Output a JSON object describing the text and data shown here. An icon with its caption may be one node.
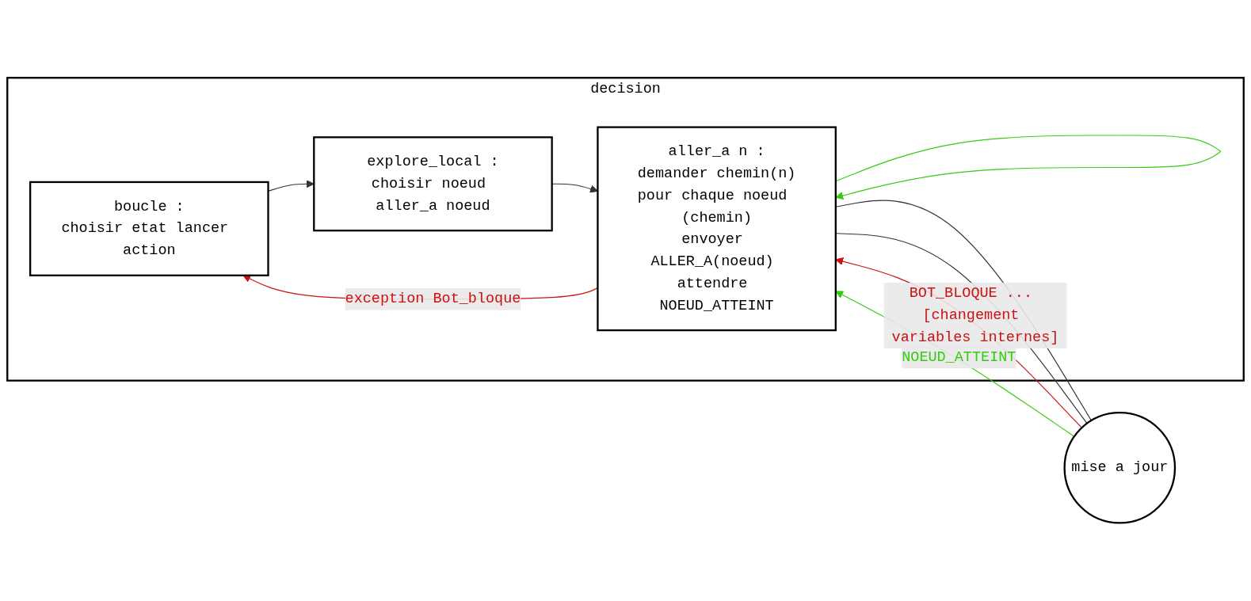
{
  "diagram": {
    "nodes": [
      {
        "text": [
          "decision"
        ]
      },
      {
        "text": [
          "boucle :",
          "choisir etat lancer action"
        ],
        "in": 0
      },
      {
        "text": [
          "explore_local :",
          "choisir noeud aller_a noeud"
        ],
        "in": 0
      },
      {
        "text": [
          "aller_a n :",
          "demander chemin(n)",
          "pour chaque noeud (chemin)",
          "envoyer ALLER_A(noeud) attendre NOEUD_ATTEINT"
        ],
        "in": 0
      },
      {
        "text": [
          "mise a jour"
        ]
      }
    ],
    "edges": [
      {
        "from": 1,
        "to": 2,
        "arrow": "to"
      },
      {
        "from": 2,
        "to": 3,
        "arrow": "to"
      },
      {
        "from": 3,
        "to": 1,
        "arrow": "to",
        "label": "exception Bot_bloque",
        "color": "#cc1111"
      },
      {
        "from": 3,
        "to": 3,
        "arrow": "to",
        "color": "#33cc11"
      },
      {
        "from": 4,
        "to": 3,
        "arrow": "to",
        "label": "BOT_BLOQUE ... [changement variables internes]",
        "color": "#cc1111"
      },
      {
        "from": 4,
        "to": 3,
        "arrow": "to",
        "label": "NOEUD_ATTEINT",
        "color": "#33cc11"
      },
      {
        "from": 3,
        "to": 4,
        "arrow": "none"
      },
      {
        "from": 3,
        "to": 4,
        "arrow": "none"
      }
    ]
  }
}
